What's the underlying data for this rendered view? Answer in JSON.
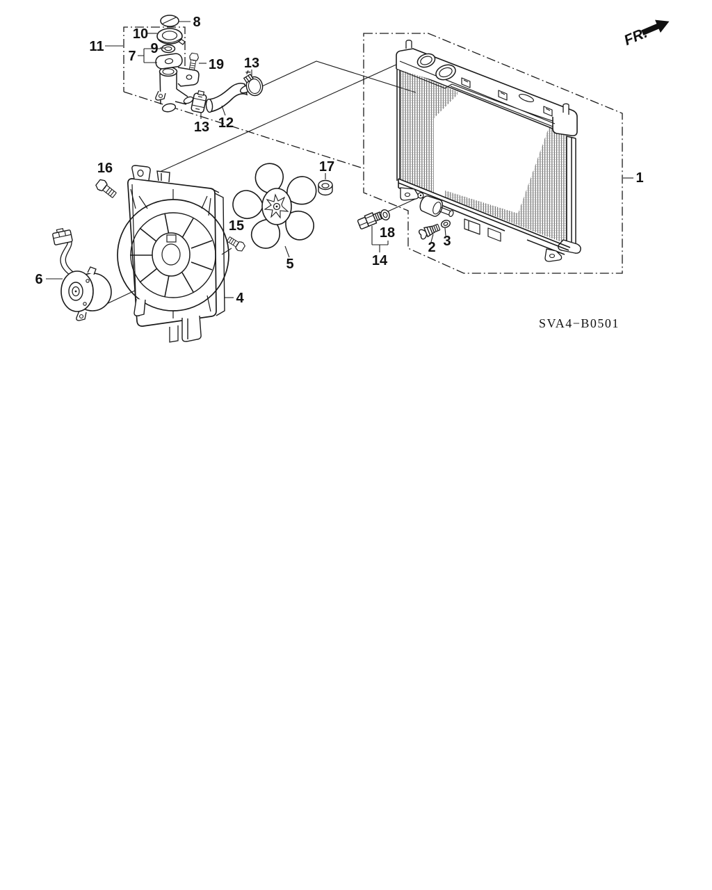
{
  "diagram": {
    "drawing_code": "SVA4−B0501",
    "direction_indicator": "FR.",
    "callouts": {
      "c1": "1",
      "c2": "2",
      "c3": "3",
      "c4": "4",
      "c5": "5",
      "c6": "6",
      "c7": "7",
      "c8": "8",
      "c9": "9",
      "c10": "10",
      "c11": "11",
      "c12": "12",
      "c13a": "13",
      "c13b": "13",
      "c14": "14",
      "c15": "15",
      "c16": "16",
      "c17": "17",
      "c18": "18",
      "c19": "19"
    },
    "colors": {
      "ink": "#1a1a1a",
      "background": "#ffffff"
    }
  }
}
